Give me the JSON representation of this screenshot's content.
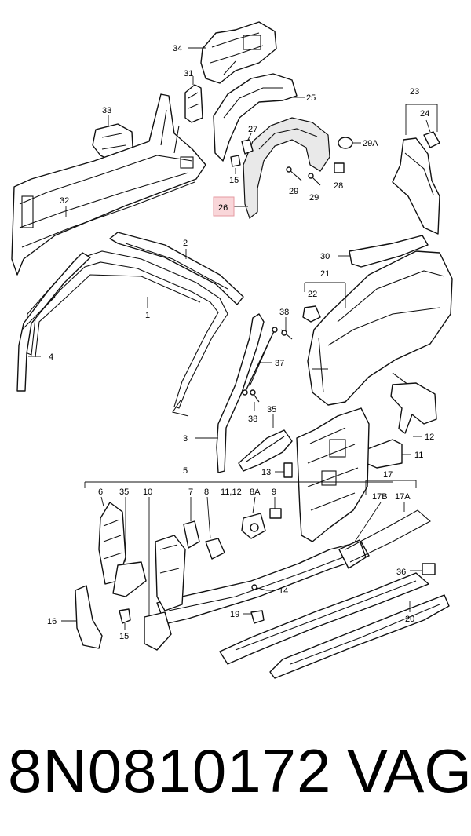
{
  "footer": {
    "part_number": "8N0810172",
    "brand": "VAG"
  },
  "highlight": {
    "callout": "26",
    "color": "#f9d6d9"
  },
  "callouts": [
    {
      "id": "c34",
      "text": "34"
    },
    {
      "id": "c31",
      "text": "31"
    },
    {
      "id": "c33",
      "text": "33"
    },
    {
      "id": "c25",
      "text": "25"
    },
    {
      "id": "c27",
      "text": "27"
    },
    {
      "id": "c29a",
      "text": "29A"
    },
    {
      "id": "c23",
      "text": "23"
    },
    {
      "id": "c24",
      "text": "24"
    },
    {
      "id": "c15a",
      "text": "15"
    },
    {
      "id": "c29b",
      "text": "29"
    },
    {
      "id": "c29c",
      "text": "29"
    },
    {
      "id": "c28",
      "text": "28"
    },
    {
      "id": "c26",
      "text": "26"
    },
    {
      "id": "c32",
      "text": "32"
    },
    {
      "id": "c2",
      "text": "2"
    },
    {
      "id": "c30",
      "text": "30"
    },
    {
      "id": "c21",
      "text": "21"
    },
    {
      "id": "c22",
      "text": "22"
    },
    {
      "id": "c1",
      "text": "1"
    },
    {
      "id": "c38a",
      "text": "38"
    },
    {
      "id": "c4",
      "text": "4"
    },
    {
      "id": "c37",
      "text": "37"
    },
    {
      "id": "c38b",
      "text": "38"
    },
    {
      "id": "c35a",
      "text": "35"
    },
    {
      "id": "c12",
      "text": "12"
    },
    {
      "id": "c3",
      "text": "3"
    },
    {
      "id": "c11",
      "text": "11"
    },
    {
      "id": "c5",
      "text": "5"
    },
    {
      "id": "c13",
      "text": "13"
    },
    {
      "id": "c17",
      "text": "17"
    },
    {
      "id": "c6",
      "text": "6"
    },
    {
      "id": "c35b",
      "text": "35"
    },
    {
      "id": "c10",
      "text": "10"
    },
    {
      "id": "c7",
      "text": "7"
    },
    {
      "id": "c8",
      "text": "8"
    },
    {
      "id": "c1112",
      "text": "11,12"
    },
    {
      "id": "c8a",
      "text": "8A"
    },
    {
      "id": "c9",
      "text": "9"
    },
    {
      "id": "c17b",
      "text": "17B"
    },
    {
      "id": "c17a",
      "text": "17A"
    },
    {
      "id": "c36",
      "text": "36"
    },
    {
      "id": "c14",
      "text": "14"
    },
    {
      "id": "c16",
      "text": "16"
    },
    {
      "id": "c15b",
      "text": "15"
    },
    {
      "id": "c19",
      "text": "19"
    },
    {
      "id": "c20",
      "text": "20"
    }
  ]
}
